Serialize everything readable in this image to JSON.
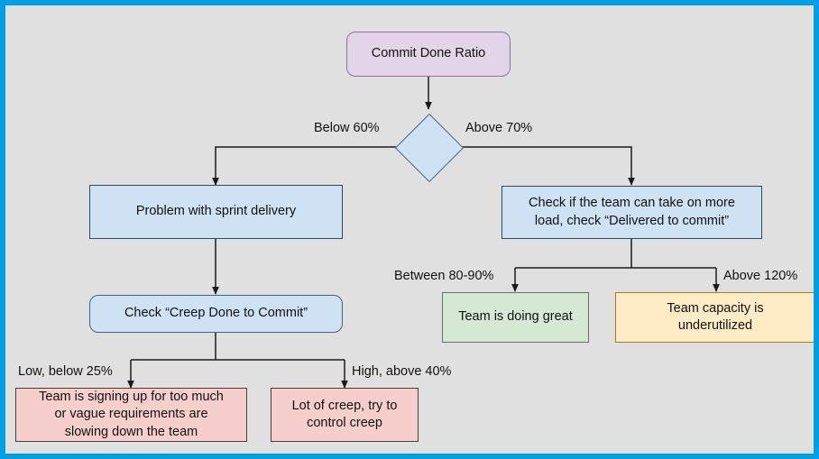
{
  "diagram": {
    "title": "Commit Done Ratio decision flowchart",
    "type": "flowchart",
    "background_color": "#e0e0e0",
    "frame_color": "#009fe3"
  },
  "nodes": {
    "root": {
      "label": "Commit Done Ratio",
      "shape": "rounded-rectangle",
      "color": "#e1d5e7"
    },
    "decision": {
      "label": "",
      "shape": "diamond",
      "color": "#cfe2f3"
    },
    "problem_sprint": {
      "label": "Problem with sprint delivery",
      "shape": "rectangle",
      "color": "#cfe2f3"
    },
    "check_capacity": {
      "label": "Check if the team can take on more\nload, check “Delivered to commit”",
      "shape": "rectangle",
      "color": "#cfe2f3"
    },
    "check_creep": {
      "label": "Check “Creep Done to Commit”",
      "shape": "rounded-rectangle",
      "color": "#cfe2f3"
    },
    "doing_great": {
      "label": "Team is doing great",
      "shape": "rectangle",
      "color": "#d5e8d4"
    },
    "underutilized": {
      "label": "Team capacity is\nunderutilized",
      "shape": "rectangle",
      "color": "#ffecc7"
    },
    "signing_up_too_much": {
      "label": "Team is signing up for too much\nor vague requirements are\nslowing down the team",
      "shape": "rectangle",
      "color": "#f6cfcc"
    },
    "lot_of_creep": {
      "label": "Lot of creep, try to\ncontrol creep",
      "shape": "rectangle",
      "color": "#f6cfcc"
    }
  },
  "edge_labels": {
    "below_60": "Below 60%",
    "above_70": "Above 70%",
    "between_80_90": "Between 80-90%",
    "above_120": "Above 120%",
    "low_below_25": "Low, below 25%",
    "high_above_40": "High, above 40%"
  }
}
